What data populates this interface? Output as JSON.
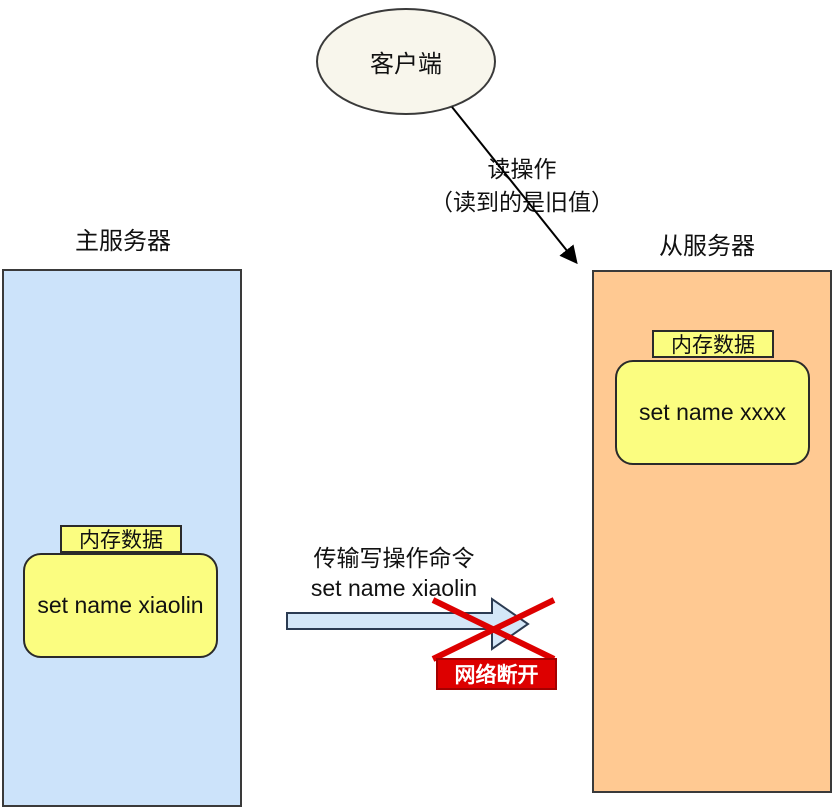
{
  "diagram": {
    "client": {
      "label": "客户端"
    },
    "read_operation": {
      "line1": "读操作",
      "line2": "（读到的是旧值）"
    },
    "master": {
      "title": "主服务器",
      "memory_label": "内存数据",
      "command": "set name xiaolin"
    },
    "slave": {
      "title": "从服务器",
      "memory_label": "内存数据",
      "command": "set name xxxx"
    },
    "transfer": {
      "line1": "传输写操作命令",
      "line2": "set name xiaolin"
    },
    "network_error": {
      "label": "网络断开"
    }
  },
  "colors": {
    "client_fill": "#f8f6ec",
    "master_fill": "#cce3fa",
    "slave_fill": "#ffc992",
    "memory_fill": "#fbfd80",
    "arrow_fill": "#d4e7f8",
    "arrow_stroke": "#2b3b52",
    "error_red": "#dd0000",
    "line_color": "#000000"
  }
}
